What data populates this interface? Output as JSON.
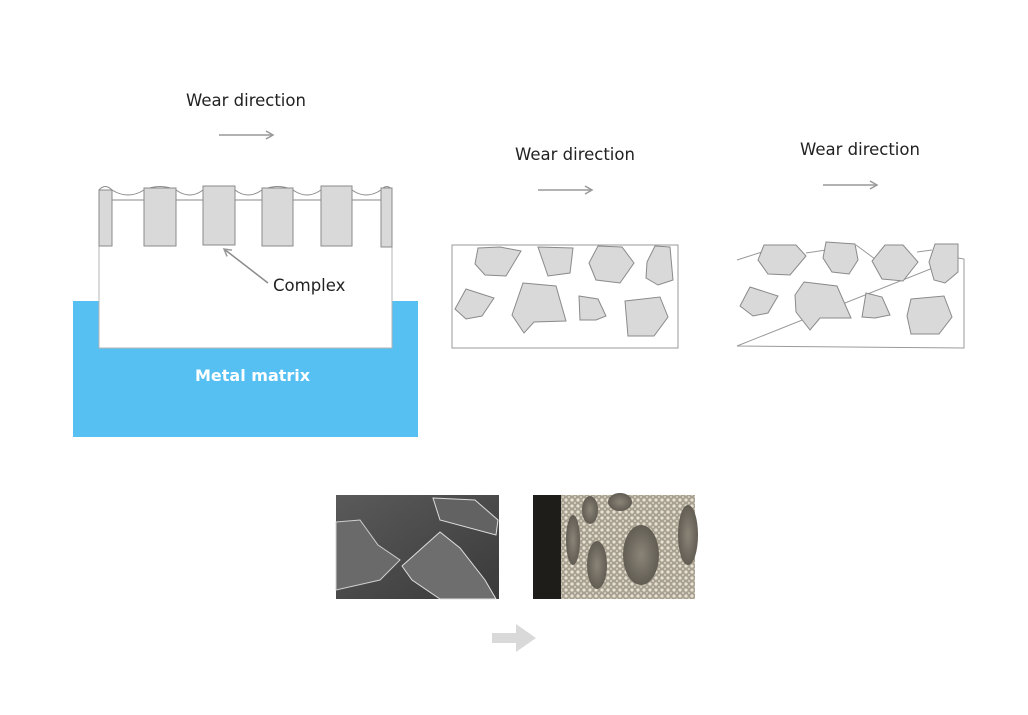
{
  "panels": [
    {
      "label": "Wear direction",
      "annotation": "Complex",
      "base_label": "Metal matrix"
    },
    {
      "label": "Wear direction"
    },
    {
      "label": "Wear direction"
    }
  ],
  "colors": {
    "matrix": "#56c0f2",
    "particle": "#d9d9d9",
    "outline": "#9a9a9a",
    "arrow": "#999999",
    "big_arrow": "#d9d9d9"
  },
  "photos": [
    {
      "name": "sem-particles-photo"
    },
    {
      "name": "porous-surface-photo"
    }
  ]
}
